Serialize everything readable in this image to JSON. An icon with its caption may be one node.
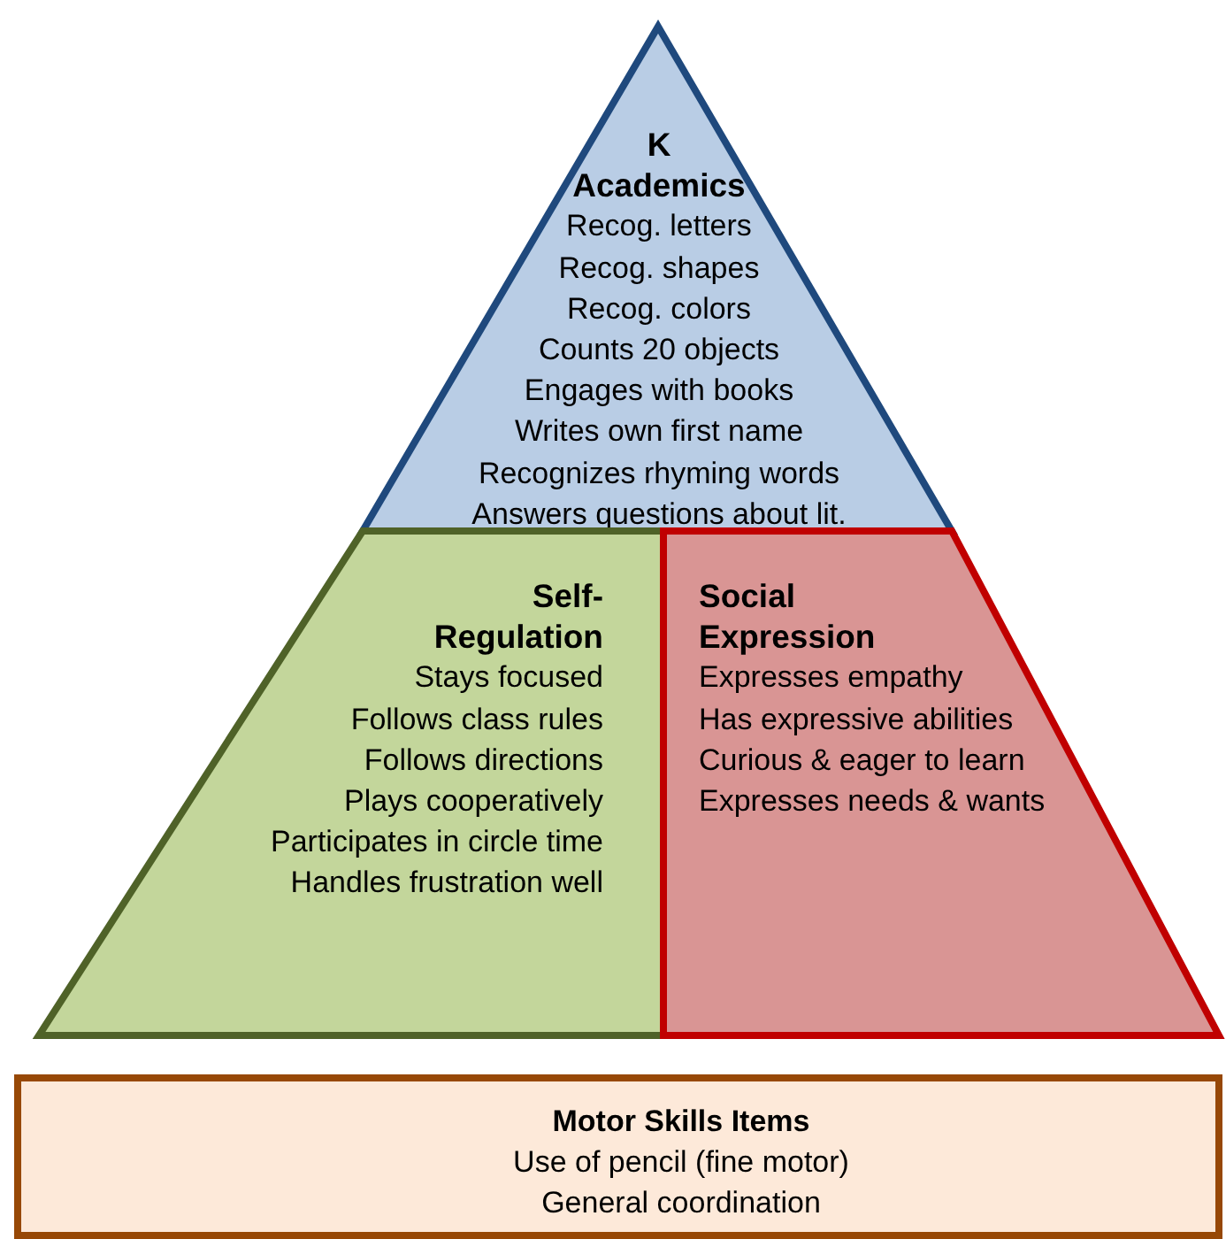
{
  "diagram": {
    "nodes": [
      {
        "text": [
          "K Academics",
          "Recog. letters",
          "Recog. shapes",
          "Recog. colors",
          "Counts 20 objects",
          "Engages with books",
          "Writes own first name",
          "Recognizes rhyming words",
          "Answers questions about lit."
        ]
      },
      {
        "text": [
          "Self-Regulation",
          "Stays focused",
          "Follows class rules",
          "Follows directions",
          "Plays cooperatively",
          "Participates in circle time",
          "Handles frustration well"
        ]
      },
      {
        "text": [
          "Social Expression",
          "Expresses empathy",
          "Has expressive abilities",
          "Curious & eager to learn",
          "Expresses needs & wants"
        ]
      },
      {
        "text": [
          "Motor Skills Items",
          "Use of pencil (fine motor)",
          "General coordination"
        ]
      }
    ],
    "edges": []
  }
}
